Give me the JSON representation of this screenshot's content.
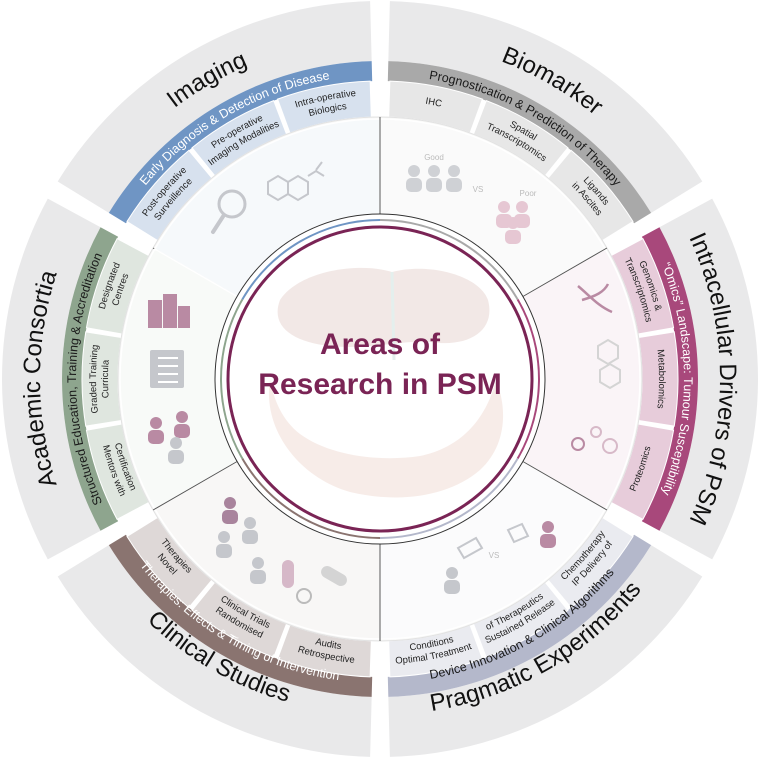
{
  "center": {
    "title_line1": "Areas of",
    "title_line2": "Research in PSM"
  },
  "sectors": [
    {
      "name": "imaging",
      "title": "Imaging",
      "band": "Early Diagnosis & Detection of Disease",
      "color": "#6f95c4",
      "boxes": [
        "Post-operative Surveillence",
        "Pre-operative Imaging Modalities",
        "Intra-operative Biologics"
      ]
    },
    {
      "name": "biomarker",
      "title": "Biomarker",
      "band": "Prognostication & Prediction of Therapy",
      "color": "#a9a9a9",
      "boxes": [
        "IHC",
        "Spatial Transcriptomics",
        "Ligands in Ascites"
      ],
      "icon_labels": [
        "Good",
        "VS",
        "Poor"
      ]
    },
    {
      "name": "intracellular",
      "title": "Intracellular Drivers of PSM",
      "band": "“Omics” Landscape: Tumour Susceptibility",
      "color": "#a8487b",
      "boxes": [
        "Genomics & Transcriptomics",
        "Metabolomics",
        "Proteomics"
      ]
    },
    {
      "name": "pragmatic",
      "title": "Pragmatic Experiments",
      "band": "Device Innovation & Clinical Algorithms",
      "color": "#b4b8cb",
      "boxes": [
        "IP Delivery of Chemotherapy",
        "Sustained Release of Therapeutics",
        "Optimal Treatment Conditions"
      ],
      "icon_labels": [
        "VS"
      ]
    },
    {
      "name": "clinical",
      "title": "Clinical Studies",
      "band": "Therapies: Effects & Timing of Intervention",
      "color": "#8a7470",
      "boxes": [
        "Retrospective Audits",
        "Randomised Clinical Trials",
        "Novel Therapies"
      ]
    },
    {
      "name": "academic",
      "title": "Academic Consortia",
      "band": "Structured Education, Training & Accreditation",
      "color": "#8ea58e",
      "boxes": [
        "Mentors with Certification",
        "Graded Training Curricula",
        "Designated Centres"
      ]
    }
  ]
}
